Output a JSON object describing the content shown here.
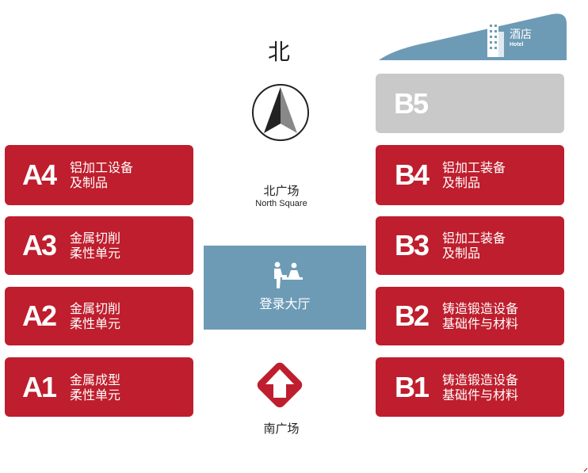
{
  "colors": {
    "hall_red": "#be1e2d",
    "hall_grey": "#c9c9c9",
    "lobby_blue": "#6d9bb6",
    "hotel_blue": "#6d9bb6"
  },
  "hotel": {
    "label": "酒店",
    "sub": "Hotel",
    "icon": "building-icon"
  },
  "compass": {
    "label": "北",
    "icon": "compass-arrow-icon"
  },
  "north_square": {
    "name_cn": "北广场",
    "name_en": "North Square"
  },
  "south_square": {
    "name_cn": "南广场"
  },
  "lobby": {
    "label": "登录大厅",
    "icon": "registration-desk-icon"
  },
  "entrance": {
    "icon": "entrance-arrow-icon"
  },
  "halls_left": [
    {
      "code": "A4",
      "line1": "铝加工设备",
      "line2": "及制品"
    },
    {
      "code": "A3",
      "line1": "金属切削",
      "line2": "柔性单元"
    },
    {
      "code": "A2",
      "line1": "金属切削",
      "line2": "柔性单元"
    },
    {
      "code": "A1",
      "line1": "金属成型",
      "line2": "柔性单元"
    }
  ],
  "halls_right": [
    {
      "code": "B5"
    },
    {
      "code": "B4",
      "line1": "铝加工装备",
      "line2": "及制品"
    },
    {
      "code": "B3",
      "line1": "铝加工装备",
      "line2": "及制品"
    },
    {
      "code": "B2",
      "line1": "铸造锻造设备",
      "line2": "基础件与材料"
    },
    {
      "code": "B1",
      "line1": "铸造锻造设备",
      "line2": "基础件与材料"
    }
  ]
}
